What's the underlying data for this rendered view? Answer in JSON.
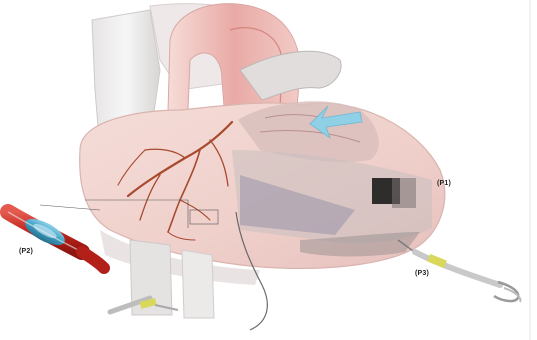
{
  "figure": {
    "subject": "heart-with-catheters",
    "labels": {
      "lead_right": "(P1)",
      "balloon": "(P2)",
      "catheter_right": "(P3)"
    },
    "colors": {
      "background": "#ffffff",
      "heart_tissue": "#f2cfc9",
      "aorta": "#e8b8b3",
      "ventricle_shade": "#b8a7a8",
      "artery": "#a84a2e",
      "balloon_red": "#c9281f",
      "balloon_blue": "#4aa8c8",
      "flow_arrow": "#8fd0e6",
      "catheter_yellow": "#d9d85a"
    }
  }
}
